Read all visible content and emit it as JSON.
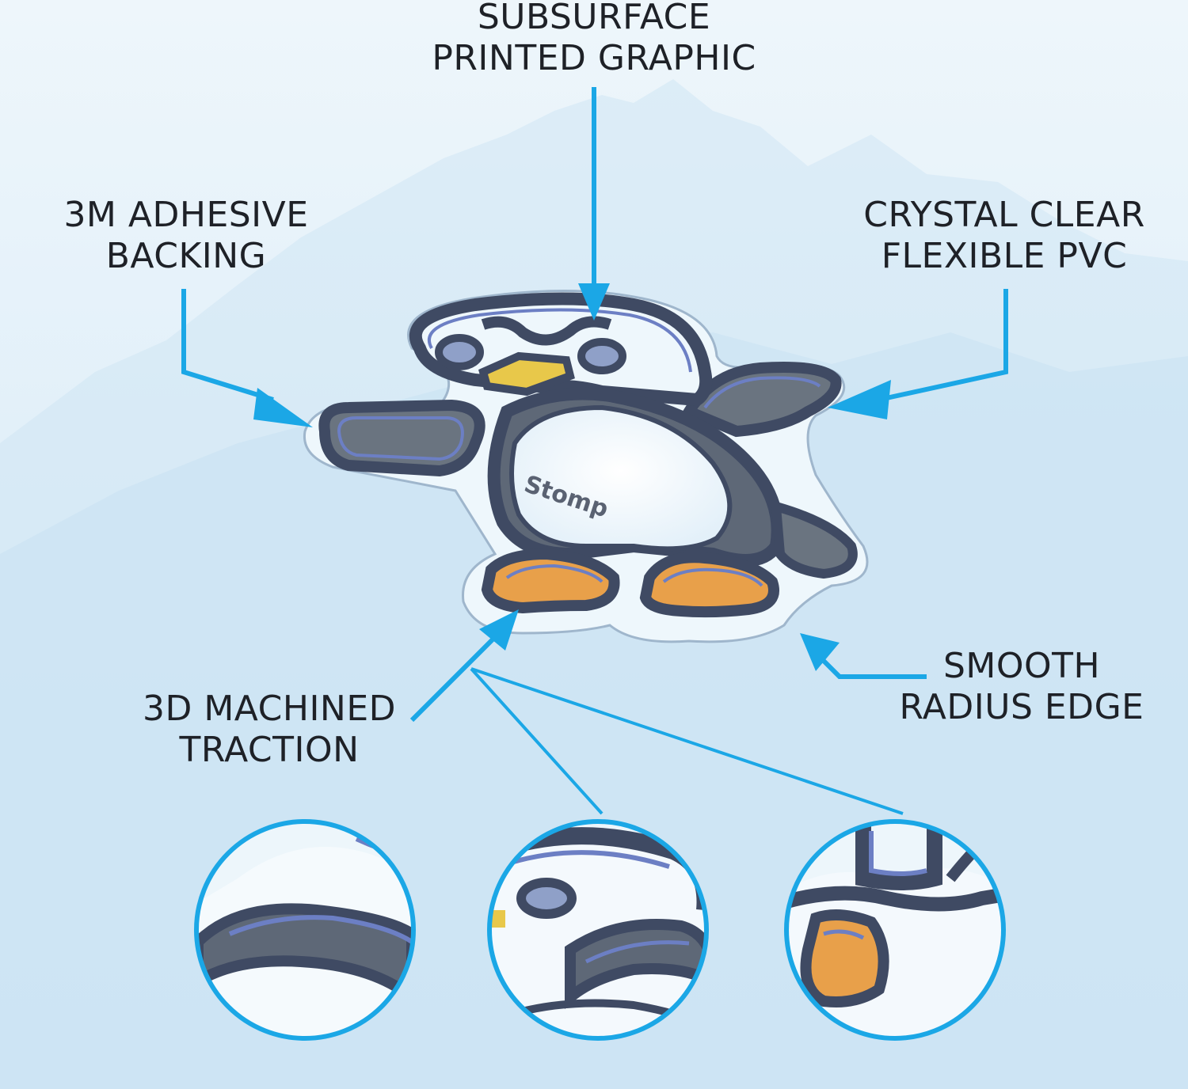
{
  "callouts": {
    "subsurface": {
      "line1": "SUBSURFACE",
      "line2": "PRINTED GRAPHIC"
    },
    "adhesive": {
      "line1": "3M ADHESIVE",
      "line2": "BACKING"
    },
    "pvc": {
      "line1": "CRYSTAL CLEAR",
      "line2": "FLEXIBLE PVC"
    },
    "edge": {
      "line1": "SMOOTH",
      "line2": "RADIUS EDGE"
    },
    "traction": {
      "line1": "3D MACHINED",
      "line2": "TRACTION"
    }
  },
  "product": {
    "imprint_text": "Stomp"
  },
  "colors": {
    "arrow": "#1ba7e6",
    "outline": "#3f4a63",
    "outline_highlight": "#6c7fc4",
    "clear_pvc": "#eef7fc",
    "accent_yellow": "#e8c84a",
    "accent_orange": "#e8a04a"
  }
}
